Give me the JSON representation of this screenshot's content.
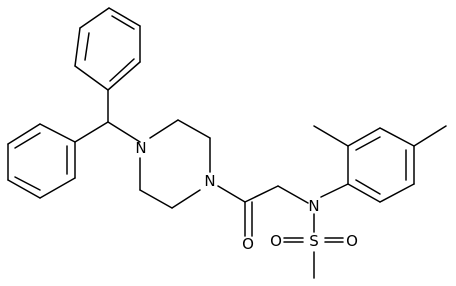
{
  "molecule": {
    "atom_labels": {
      "piperazine_n_top": "N",
      "piperazine_n_bottom": "N",
      "amide_o": "O",
      "sulfonamide_n": "N",
      "sulfonyl_s": "S",
      "sulfonyl_o_left": "O",
      "sulfonyl_o_right": "O"
    }
  },
  "colors": {
    "bond": "#000000",
    "background": "#ffffff"
  }
}
